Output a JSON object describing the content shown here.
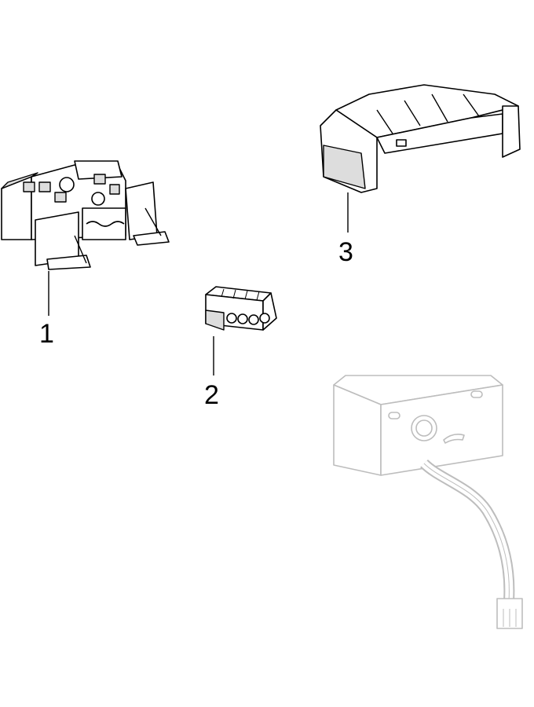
{
  "parts": [
    {
      "id": "part-1",
      "label": "1"
    },
    {
      "id": "part-2",
      "label": "2"
    },
    {
      "id": "part-3",
      "label": "3"
    }
  ],
  "colors": {
    "line": "#000000",
    "context_part": "#bdbdbd"
  }
}
